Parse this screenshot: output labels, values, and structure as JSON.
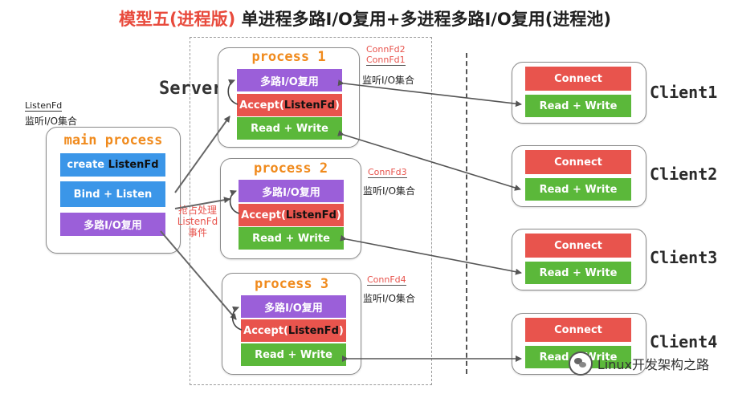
{
  "title": {
    "part1": "模型五(进程版)",
    "part2": " 单进程多路I/O复用+多进程多路I/O复用(进程池)"
  },
  "server_label": "Server",
  "listen_note": {
    "title": "ListenFd",
    "sub": "监听I/O集合"
  },
  "main_process": {
    "title": "main process",
    "create_prefix": "create ",
    "create_kw": "ListenFd",
    "bind": "Bind + Listen",
    "mux": "多路I/O复用"
  },
  "grab_note": {
    "line1": "抢占处理",
    "line2": "ListenFd",
    "line3": "事件"
  },
  "processes": [
    {
      "title": "process 1",
      "mux": "多路I/O复用",
      "accept_prefix": "Accept(",
      "accept_kw": "ListenFd",
      "accept_suffix": ")",
      "rw": "Read + Write",
      "fd_lines": [
        "ConnFd2",
        "ConnFd1"
      ],
      "set_label": "监听I/O集合"
    },
    {
      "title": "process 2",
      "mux": "多路I/O复用",
      "accept_prefix": "Accept(",
      "accept_kw": "ListenFd",
      "accept_suffix": ")",
      "rw": "Read + Write",
      "fd_lines": [
        "ConnFd3"
      ],
      "set_label": "监听I/O集合"
    },
    {
      "title": "process 3",
      "mux": "多路I/O复用",
      "accept_prefix": "Accept(",
      "accept_kw": "ListenFd",
      "accept_suffix": ")",
      "rw": "Read + Write",
      "fd_lines": [
        "ConnFd4"
      ],
      "set_label": "监听I/O集合"
    }
  ],
  "clients": [
    {
      "label": "Client1",
      "connect": "Connect",
      "rw": "Read + Write"
    },
    {
      "label": "Client2",
      "connect": "Connect",
      "rw": "Read + Write"
    },
    {
      "label": "Client3",
      "connect": "Connect",
      "rw": "Read + Write"
    },
    {
      "label": "Client4",
      "connect": "Connect",
      "rw": "Read + Write"
    }
  ],
  "watermark": "Linux开发架构之路",
  "colors": {
    "purple": "#9b5fd9",
    "red": "#e8544d",
    "green": "#5bb83a",
    "blue": "#3b96e8",
    "orange": "#f08a1c"
  }
}
